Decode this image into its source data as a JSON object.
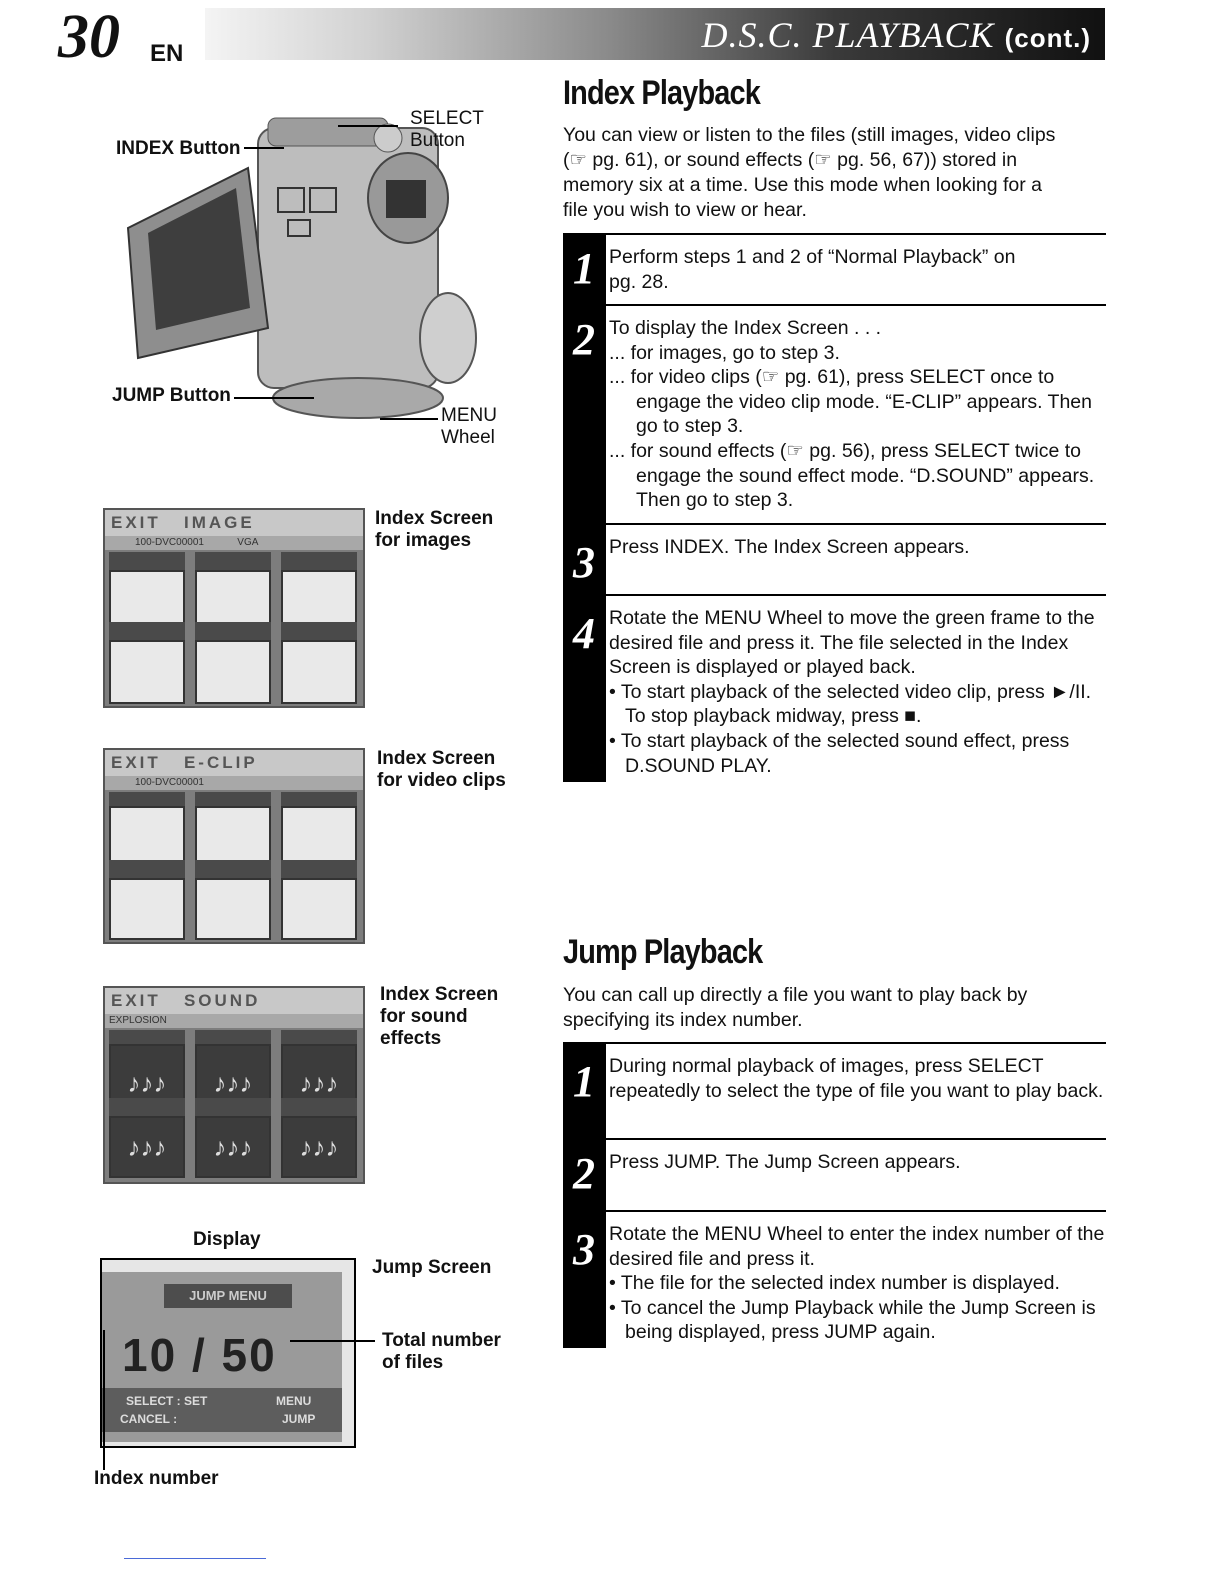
{
  "header": {
    "page_number": "30",
    "page_lang": "EN",
    "section_title": "D.S.C. PLAYBACK",
    "section_cont": "(cont.)"
  },
  "figures": {
    "camera": {
      "index_button": "INDEX Button",
      "select_button_line1": "SELECT",
      "select_button_line2": "Button",
      "jump_button": "JUMP Button",
      "menu_wheel_line1": "MENU",
      "menu_wheel_line2": "Wheel"
    },
    "index_images": {
      "label_line1": "Index Screen",
      "label_line2": "for images",
      "bar_exit": "EXIT",
      "bar_mode": "IMAGE",
      "bar_folder": "100-DVC00001",
      "bar_size": "VGA"
    },
    "index_clips": {
      "label_line1": "Index Screen",
      "label_line2": "for video clips",
      "bar_exit": "EXIT",
      "bar_mode": "E-CLIP",
      "bar_folder": "100-DVC00001"
    },
    "index_sound": {
      "label_line1": "Index Screen",
      "label_line2": "for sound",
      "label_line3": "effects",
      "bar_exit": "EXIT",
      "bar_mode": "SOUND",
      "bar_name": "EXPLOSION",
      "note": "♪♪♪"
    },
    "jump_screen": {
      "display_label": "Display",
      "label": "Jump Screen",
      "menu_title": "JUMP MENU",
      "count": "10 / 50",
      "select_set": "SELECT : SET",
      "cancel": "CANCEL :",
      "menu_btn": "MENU",
      "jump_btn": "JUMP",
      "total_line1": "Total number",
      "total_line2": "of files",
      "index_number": "Index number"
    }
  },
  "index_playback": {
    "heading": "Index Playback",
    "intro_1": "You can view or listen to the files (still images, video clips",
    "intro_2": "(☞ pg. 61), or sound effects (☞ pg. 56, 67)) stored in",
    "intro_3": "memory six at a time. Use this mode when looking for a",
    "intro_4": "file you wish to view or hear.",
    "steps": [
      {
        "num": "1",
        "lines": [
          "Perform steps 1 and 2 of “Normal Playback” on",
          "pg. 28."
        ]
      },
      {
        "num": "2",
        "lines": [
          "To display the Index Screen . . .",
          "... for images, go to step 3.",
          "... for video clips (☞ pg. 61), press SELECT once to engage the video clip mode. “E-CLIP” appears. Then go to step 3.",
          "... for sound effects (☞ pg. 56), press SELECT twice to engage the sound effect mode. “D.SOUND” appears. Then go to step 3."
        ]
      },
      {
        "num": "3",
        "lines": [
          "Press INDEX. The Index Screen appears."
        ]
      },
      {
        "num": "4",
        "lines": [
          "Rotate the MENU Wheel to move the green frame to the desired file and press it. The file selected in the Index Screen is displayed or played back.",
          "• To start playback of the selected video clip, press ►/II. To stop playback midway, press ■.",
          "• To start playback of the selected sound effect, press D.SOUND PLAY."
        ]
      }
    ]
  },
  "jump_playback": {
    "heading": "Jump Playback",
    "intro_1": "You can call up directly a file you want to play back by",
    "intro_2": "specifying its index number.",
    "steps": [
      {
        "num": "1",
        "lines": [
          "During normal playback of images, press SELECT repeatedly to select the type of file you want to play back."
        ]
      },
      {
        "num": "2",
        "lines": [
          "Press JUMP. The Jump Screen appears."
        ]
      },
      {
        "num": "3",
        "lines": [
          "Rotate the MENU Wheel to enter the index number of the desired file and press it.",
          "• The file for the selected index number is displayed.",
          "• To cancel the Jump Playback while the Jump Screen is being displayed, press JUMP again."
        ]
      }
    ]
  }
}
